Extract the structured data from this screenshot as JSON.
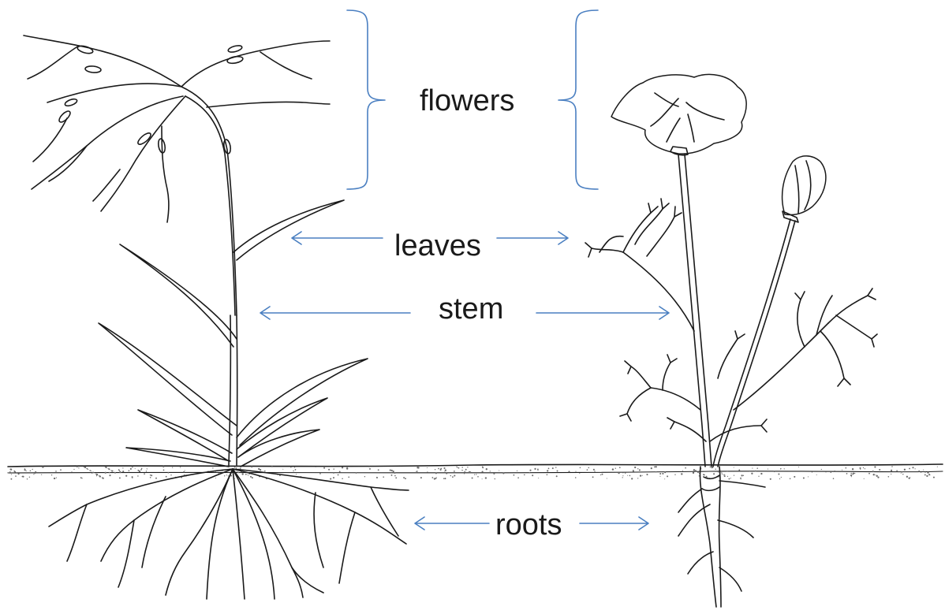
{
  "labels": {
    "flowers": "flowers",
    "leaves": "leaves",
    "stem": "stem",
    "roots": "roots"
  },
  "colors": {
    "ink": "#1a1a1a",
    "arrow": "#4a7fc1",
    "background": "#ffffff"
  }
}
